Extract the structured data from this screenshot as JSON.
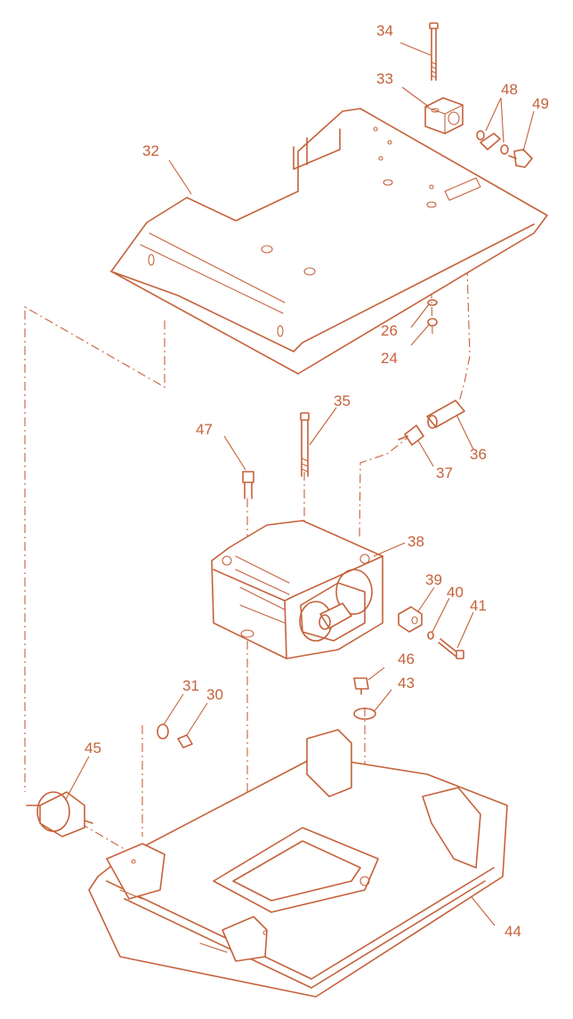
{
  "colors": {
    "line": "#c5613a",
    "background": "#ffffff"
  },
  "callouts": [
    {
      "id": "c34",
      "label": "34"
    },
    {
      "id": "c33",
      "label": "33"
    },
    {
      "id": "c48",
      "label": "48"
    },
    {
      "id": "c49",
      "label": "49"
    },
    {
      "id": "c32",
      "label": "32"
    },
    {
      "id": "c26",
      "label": "26"
    },
    {
      "id": "c24",
      "label": "24"
    },
    {
      "id": "c35",
      "label": "35"
    },
    {
      "id": "c47",
      "label": "47"
    },
    {
      "id": "c36",
      "label": "36"
    },
    {
      "id": "c37",
      "label": "37"
    },
    {
      "id": "c38",
      "label": "38"
    },
    {
      "id": "c39",
      "label": "39"
    },
    {
      "id": "c40",
      "label": "40"
    },
    {
      "id": "c41",
      "label": "41"
    },
    {
      "id": "c31",
      "label": "31"
    },
    {
      "id": "c30",
      "label": "30"
    },
    {
      "id": "c46",
      "label": "46"
    },
    {
      "id": "c43",
      "label": "43"
    },
    {
      "id": "c45",
      "label": "45"
    },
    {
      "id": "c44",
      "label": "44"
    }
  ]
}
